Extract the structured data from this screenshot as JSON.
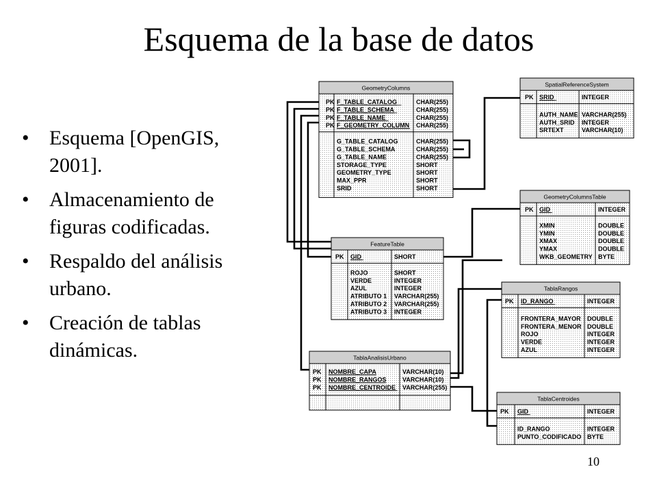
{
  "title": "Esquema de la base de datos",
  "bullets": [
    "Esquema [OpenGIS, 2001].",
    "Almacenamiento de figuras codificadas.",
    "Respaldo del análisis urbano.",
    "Creación de tablas dinámicas."
  ],
  "page_number": "10",
  "tables": [
    {
      "id": "geometry-columns",
      "name": "GeometryColumns",
      "pk_fields": [
        {
          "key": "PK",
          "name": "F_TABLE_CATALOG",
          "type": "CHAR(255)"
        },
        {
          "key": "PK",
          "name": "F_TABLE_SCHEMA",
          "type": "CHAR(255)"
        },
        {
          "key": "PK",
          "name": "F_TABLE_NAME",
          "type": "CHAR(255)"
        },
        {
          "key": "PK",
          "name": "F_GEOMETRY_COLUMN",
          "type": "CHAR(255)"
        }
      ],
      "fields": [
        {
          "key": "",
          "name": "G_TABLE_CATALOG",
          "type": "CHAR(255)"
        },
        {
          "key": "",
          "name": "G_TABLE_SCHEMA",
          "type": "CHAR(255)"
        },
        {
          "key": "",
          "name": "G_TABLE_NAME",
          "type": "CHAR(255)"
        },
        {
          "key": "",
          "name": "STORAGE_TYPE",
          "type": "SHORT"
        },
        {
          "key": "",
          "name": "GEOMETRY_TYPE",
          "type": "SHORT"
        },
        {
          "key": "",
          "name": "MAX_PPR",
          "type": "SHORT"
        },
        {
          "key": "",
          "name": "SRID",
          "type": "SHORT"
        }
      ]
    },
    {
      "id": "spatial-reference-system",
      "name": "SpatialReferenceSystem",
      "pk_fields": [
        {
          "key": "PK",
          "name": "SRID",
          "type": "INTEGER"
        }
      ],
      "fields": [
        {
          "key": "",
          "name": "AUTH_NAME",
          "type": "VARCHAR(255)"
        },
        {
          "key": "",
          "name": "AUTH_SRID",
          "type": "INTEGER"
        },
        {
          "key": "",
          "name": "SRTEXT",
          "type": "VARCHAR(10)"
        }
      ]
    },
    {
      "id": "geometry-columns-table",
      "name": "GeometryColumnsTable",
      "pk_fields": [
        {
          "key": "PK",
          "name": "GID",
          "type": "INTEGER"
        }
      ],
      "fields": [
        {
          "key": "",
          "name": "XMIN",
          "type": "DOUBLE"
        },
        {
          "key": "",
          "name": "YMIN",
          "type": "DOUBLE"
        },
        {
          "key": "",
          "name": "XMAX",
          "type": "DOUBLE"
        },
        {
          "key": "",
          "name": "YMAX",
          "type": "DOUBLE"
        },
        {
          "key": "",
          "name": "WKB_GEOMETRY",
          "type": "BYTE"
        }
      ]
    },
    {
      "id": "feature-table",
      "name": "FeatureTable",
      "pk_fields": [
        {
          "key": "PK",
          "name": "GID",
          "type": "SHORT"
        }
      ],
      "fields": [
        {
          "key": "",
          "name": "ROJO",
          "type": "SHORT"
        },
        {
          "key": "",
          "name": "VERDE",
          "type": "INTEGER"
        },
        {
          "key": "",
          "name": "AZUL",
          "type": "INTEGER"
        },
        {
          "key": "",
          "name": "ATRIBUTO 1",
          "type": "VARCHAR(255)"
        },
        {
          "key": "",
          "name": "ATRIBUTO 2",
          "type": "VARCHAR(255)"
        },
        {
          "key": "",
          "name": "ATRIBUTO 3",
          "type": "INTEGER"
        }
      ]
    },
    {
      "id": "tabla-rangos",
      "name": "TablaRangos",
      "pk_fields": [
        {
          "key": "PK",
          "name": "ID_RANGO",
          "type": "INTEGER"
        }
      ],
      "fields": [
        {
          "key": "",
          "name": "FRONTERA_MAYOR",
          "type": "DOUBLE"
        },
        {
          "key": "",
          "name": "FRONTERA_MENOR",
          "type": "DOUBLE"
        },
        {
          "key": "",
          "name": "ROJO",
          "type": "INTEGER"
        },
        {
          "key": "",
          "name": "VERDE",
          "type": "INTEGER"
        },
        {
          "key": "",
          "name": "AZUL",
          "type": "INTEGER"
        }
      ]
    },
    {
      "id": "tabla-analisis-urbano",
      "name": "TablaAnalisisUrbano",
      "pk_fields": [
        {
          "key": "PK",
          "name": "NOMBRE_CAPA",
          "type": "VARCHAR(10)"
        },
        {
          "key": "PK",
          "name": "NOMBRE_RANGOS",
          "type": "VARCHAR(10)"
        },
        {
          "key": "PK",
          "name": "NOMBRE_CENTROIDE",
          "type": "VARCHAR(255)"
        }
      ],
      "fields": []
    },
    {
      "id": "tabla-centroides",
      "name": "TablaCentroides",
      "pk_fields": [
        {
          "key": "PK",
          "name": "GID",
          "type": "INTEGER"
        }
      ],
      "fields": [
        {
          "key": "",
          "name": "ID_RANGO",
          "type": "INTEGER"
        },
        {
          "key": "",
          "name": "PUNTO_CODIFICADO",
          "type": "BYTE"
        }
      ]
    }
  ]
}
